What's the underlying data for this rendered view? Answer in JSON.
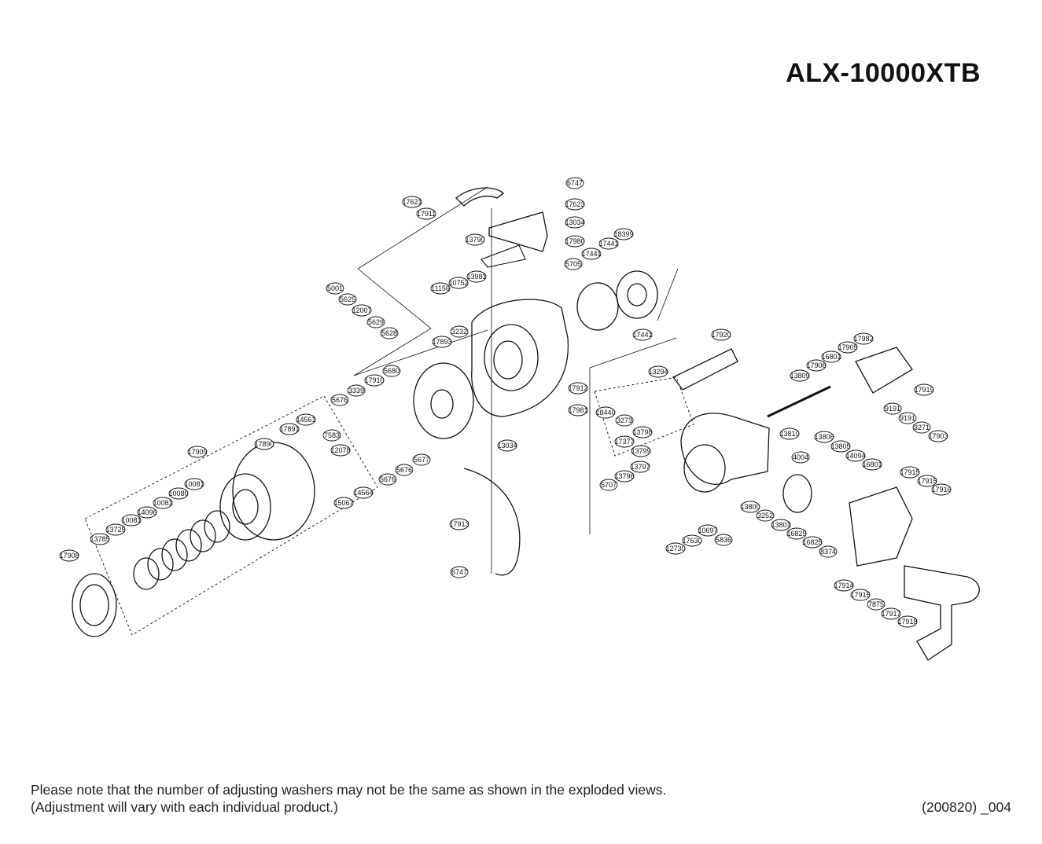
{
  "title": "ALX-10000XTB",
  "note_line1": "Please note that the number of adjusting washers may not be the same as shown in the exploded views.",
  "note_line2": "(Adjustment will vary with each individual product.)",
  "doc_code": "(200820) _004",
  "part_labels": [
    "6747",
    "17621",
    "17911",
    "17623",
    "13034",
    "13790",
    "17980",
    "17441",
    "18399",
    "5705",
    "13981",
    "10752",
    "11156",
    "5001",
    "5625",
    "12007",
    "5629",
    "5628",
    "3232",
    "17893",
    "17441",
    "17441",
    "17920",
    "17982",
    "17905",
    "16801",
    "17906",
    "13809",
    "17919",
    "5680",
    "17910",
    "17912",
    "17981",
    "13034",
    "13294",
    "18440",
    "3273",
    "13798",
    "17377",
    "13799",
    "13797",
    "13796",
    "5707",
    "3339",
    "5676",
    "5677",
    "5676",
    "5676",
    "14561",
    "17891",
    "7583",
    "17890",
    "12078",
    "14564",
    "15067",
    "17909",
    "10081",
    "10080",
    "10081",
    "14096",
    "10081",
    "13725",
    "13785",
    "17908",
    "17913",
    "6747",
    "9191",
    "9191",
    "3271",
    "13806",
    "13805",
    "14094",
    "16801",
    "17903",
    "13810",
    "4004",
    "17915",
    "17915",
    "17916",
    "13800",
    "3252",
    "13801",
    "16825",
    "16825",
    "8374",
    "12730",
    "17630",
    "10697",
    "5836",
    "17914",
    "17915",
    "7875",
    "17917",
    "17918"
  ]
}
